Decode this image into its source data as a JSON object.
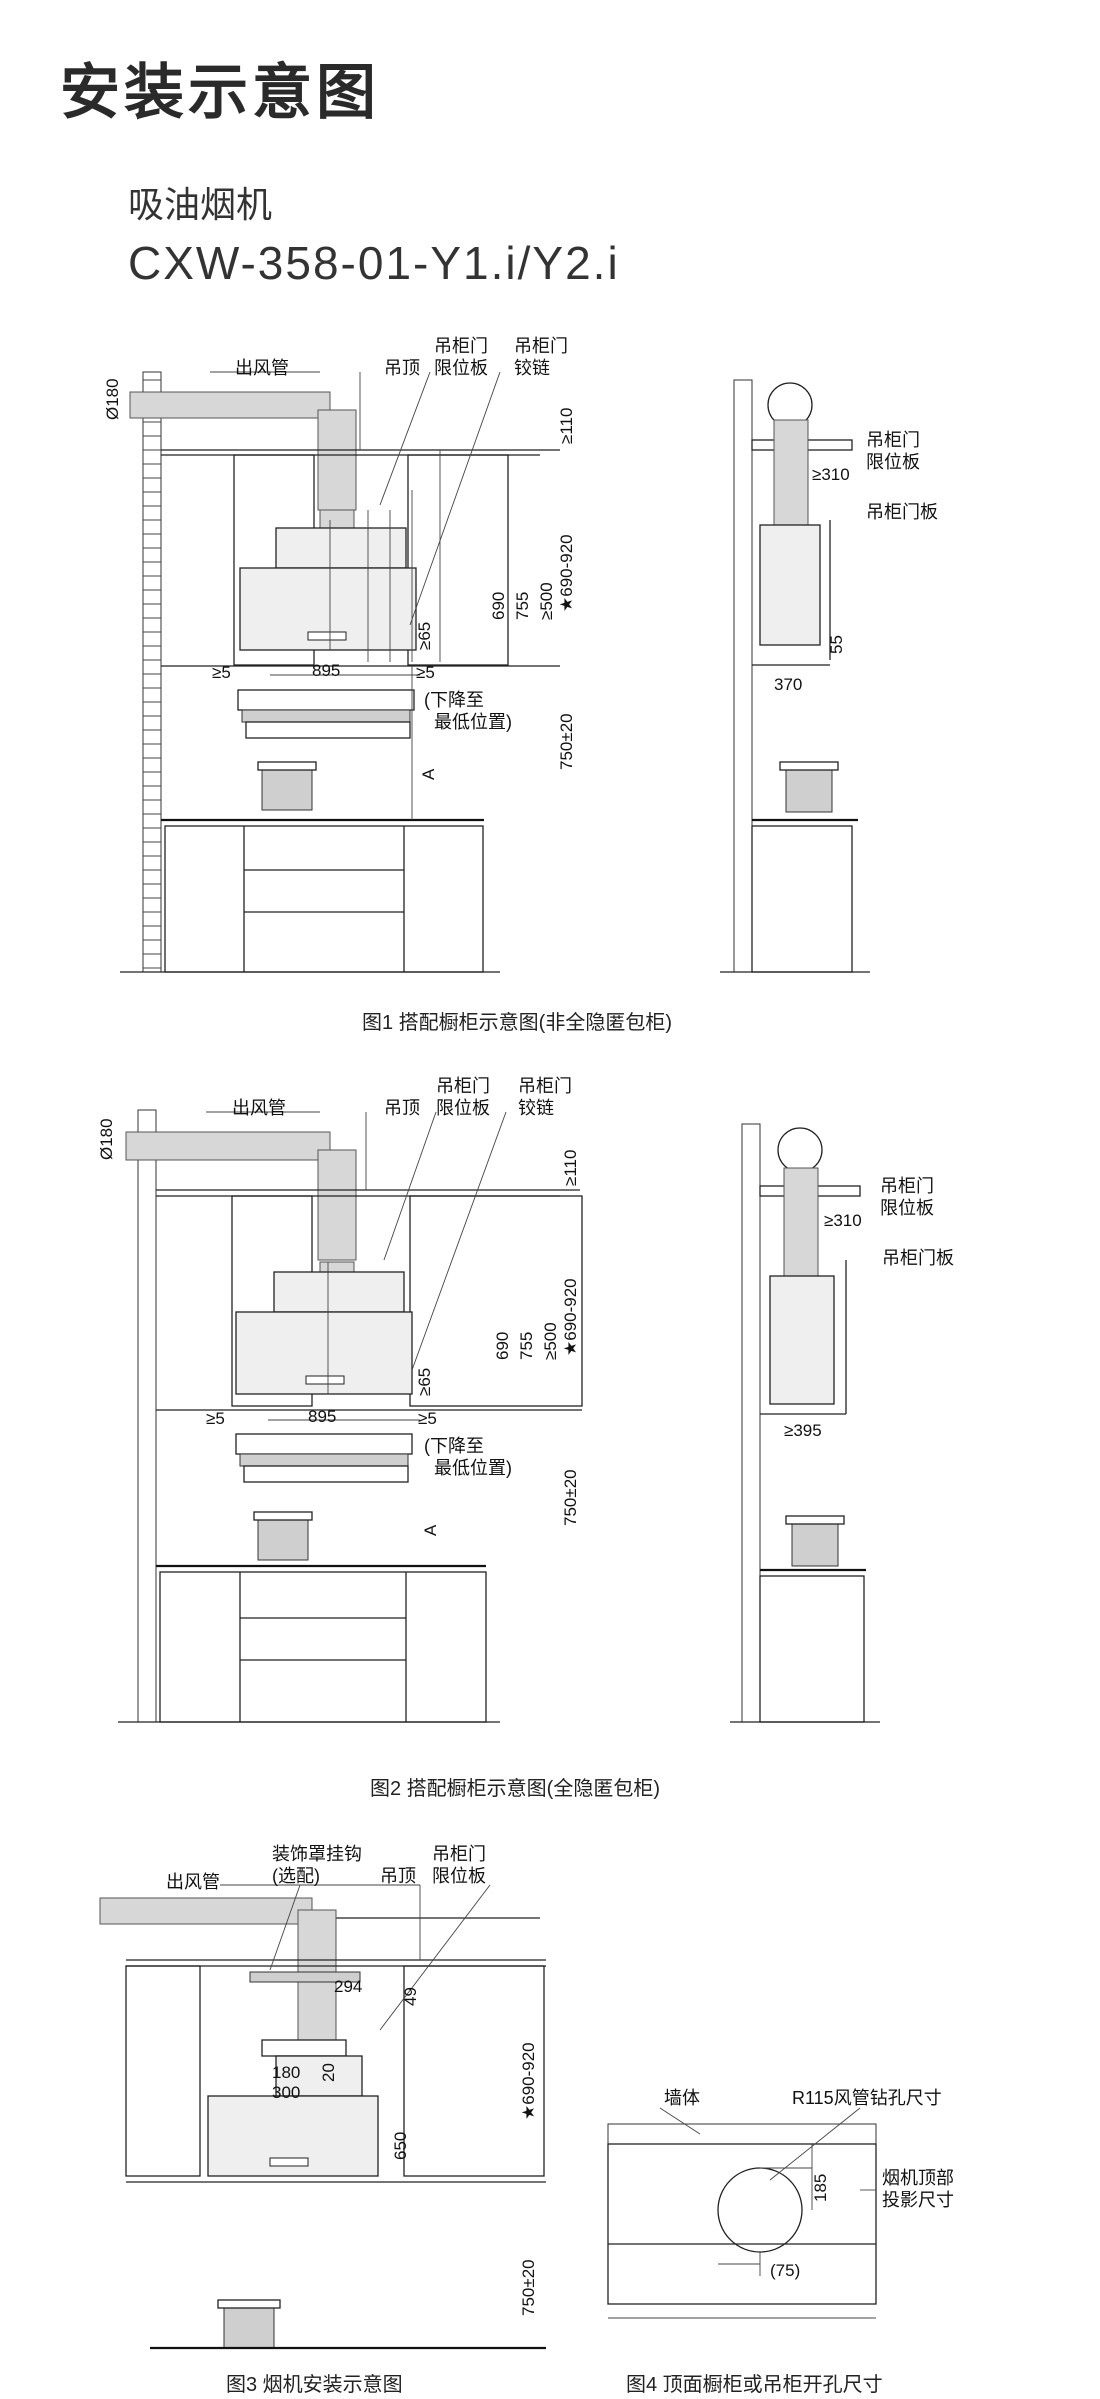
{
  "header": {
    "title": "安装示意图",
    "product": "吸油烟机",
    "model": "CXW-358-01-Y1.i/Y2.i"
  },
  "figures": [
    {
      "caption": "图1 搭配橱柜示意图(非全隐匿包柜)",
      "labels": {
        "duct": "出风管",
        "ceiling": "吊顶",
        "door_limit_1": "吊柜门",
        "door_limit_2": "限位板",
        "hinge_1": "吊柜门",
        "hinge_2": "铰链",
        "lower_1": "(下降至",
        "lower_2": "最低位置)",
        "side_limit_1": "吊柜门",
        "side_limit_2": "限位板",
        "side_door": "吊柜门板"
      },
      "dims": {
        "dia": "Ø180",
        "top": "≥110",
        "d1": "690",
        "d2": "755",
        "d3": "≥500",
        "d4": "★690-920",
        "d5": "≥65",
        "gap_l": "≥5",
        "width": "895",
        "gap_r": "≥5",
        "height": "750±20",
        "a": "A",
        "side_310": "≥310",
        "side_55": "55",
        "side_370": "370"
      }
    },
    {
      "caption": "图2 搭配橱柜示意图(全隐匿包柜)",
      "labels": {
        "duct": "出风管",
        "ceiling": "吊顶",
        "door_limit_1": "吊柜门",
        "door_limit_2": "限位板",
        "hinge_1": "吊柜门",
        "hinge_2": "铰链",
        "lower_1": "(下降至",
        "lower_2": "最低位置)",
        "side_limit_1": "吊柜门",
        "side_limit_2": "限位板",
        "side_door": "吊柜门板"
      },
      "dims": {
        "dia": "Ø180",
        "top": "≥110",
        "d1": "690",
        "d2": "755",
        "d3": "≥500",
        "d4": "★690-920",
        "d5": "≥65",
        "gap_l": "≥5",
        "width": "895",
        "gap_r": "≥5",
        "height": "750±20",
        "a": "A",
        "side_310": "≥310",
        "side_395": "≥395"
      }
    },
    {
      "caption": "图3 烟机安装示意图",
      "labels": {
        "duct": "出风管",
        "hook_1": "装饰罩挂钩",
        "hook_2": "(选配)",
        "ceiling": "吊顶",
        "door_limit_1": "吊柜门",
        "door_limit_2": "限位板"
      },
      "dims": {
        "d294": "294",
        "d49": "49",
        "d180": "180",
        "d20": "20",
        "d300": "300",
        "d650": "650",
        "range": "★690-920",
        "height": "750±20"
      }
    },
    {
      "caption": "图4 顶面橱柜或吊柜开孔尺寸",
      "labels": {
        "wall": "墙体",
        "hole": "R115风管钻孔尺寸",
        "proj_1": "烟机顶部",
        "proj_2": "投影尺寸"
      },
      "dims": {
        "d185": "185",
        "d75": "(75)"
      }
    }
  ]
}
